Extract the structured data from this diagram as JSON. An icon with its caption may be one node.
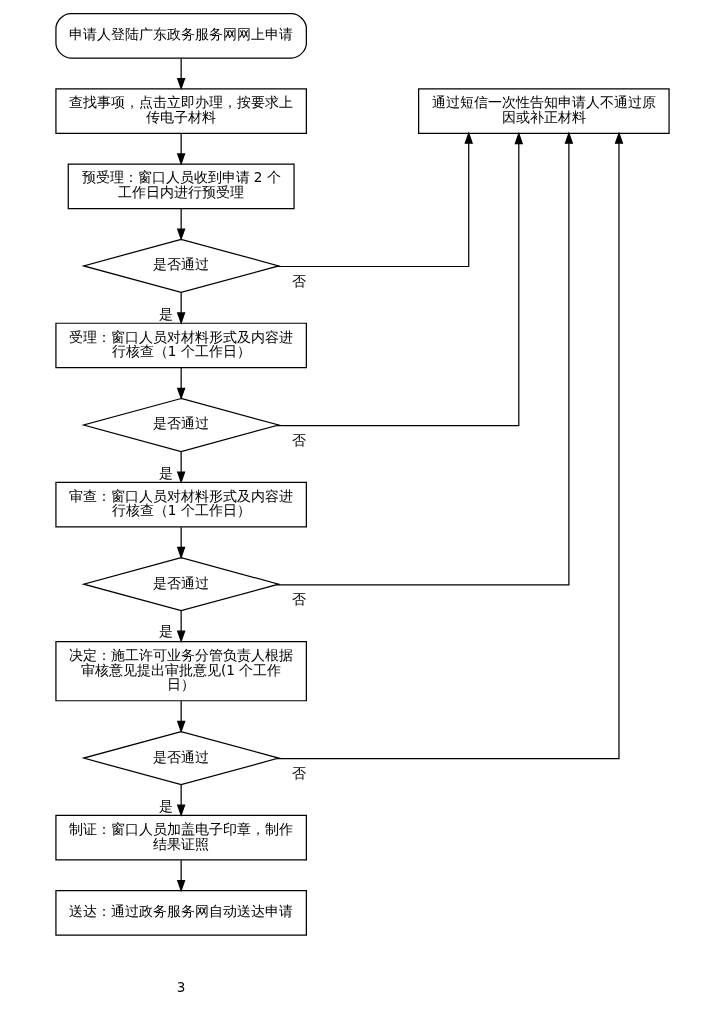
{
  "diagram": {
    "nodes": [
      {
        "text": [
          "申请人登陆广东政务服务网网上申请"
        ]
      },
      {
        "text": [
          "查找事项，点击立即办理，按要求上传电子材料"
        ]
      },
      {
        "text": [
          "预受理：窗口人员收到申请 2 个工作日内进行预受理"
        ]
      },
      {
        "text": [
          "是否通过"
        ]
      },
      {
        "text": [
          "受理：窗口人员对材料形式及内容进行核查（1 个工作日）"
        ]
      },
      {
        "text": [
          "是否通过"
        ]
      },
      {
        "text": [
          "审查：窗口人员对材料形式及内容进行核查（1 个工作日）"
        ]
      },
      {
        "text": [
          "是否通过"
        ]
      },
      {
        "text": [
          "决定：施工许可业务分管负责人根据审核意见提出审批意见(1 个工作日）"
        ]
      },
      {
        "text": [
          "是否通过"
        ]
      },
      {
        "text": [
          "制证：窗口人员加盖电子印章，制作结果证照"
        ]
      },
      {
        "text": [
          "送达：通过政务服务网自动送达申请"
        ]
      },
      {
        "text": [
          "通过短信一次性告知申请人不通过原因或补正材料"
        ]
      }
    ],
    "edges": [
      {
        "from": 0,
        "to": 1,
        "arrow": "to"
      },
      {
        "from": 1,
        "to": 2,
        "arrow": "to"
      },
      {
        "from": 2,
        "to": 3,
        "arrow": "to"
      },
      {
        "from": 3,
        "to": 4,
        "arrow": "to",
        "label": "是"
      },
      {
        "from": 4,
        "to": 5,
        "arrow": "to"
      },
      {
        "from": 5,
        "to": 6,
        "arrow": "to",
        "label": "是"
      },
      {
        "from": 6,
        "to": 7,
        "arrow": "to"
      },
      {
        "from": 7,
        "to": 8,
        "arrow": "to",
        "label": "是"
      },
      {
        "from": 8,
        "to": 9,
        "arrow": "to"
      },
      {
        "from": 9,
        "to": 10,
        "arrow": "to",
        "label": "是"
      },
      {
        "from": 10,
        "to": 11,
        "arrow": "to"
      },
      {
        "from": 3,
        "to": 12,
        "arrow": "to",
        "label": "否"
      },
      {
        "from": 5,
        "to": 12,
        "arrow": "to",
        "label": "否"
      },
      {
        "from": 7,
        "to": 12,
        "arrow": "to",
        "label": "否"
      },
      {
        "from": 9,
        "to": 12,
        "arrow": "to",
        "label": "否"
      }
    ],
    "labels": [
      "3"
    ]
  }
}
